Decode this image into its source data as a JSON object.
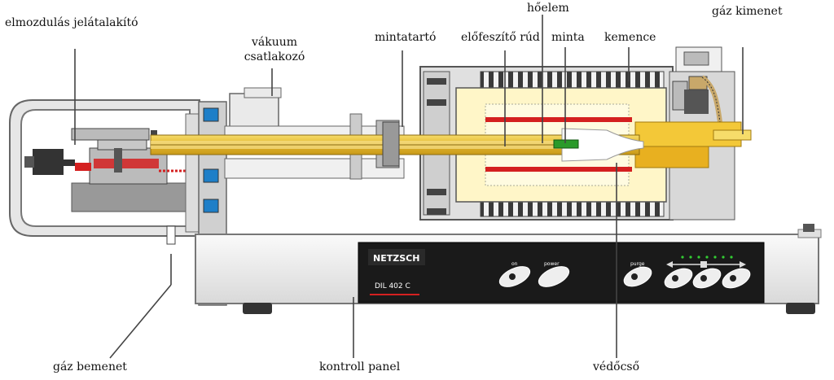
{
  "labels": {
    "displacement_transducer": "elmozdulás jelátalakító",
    "vacuum_line1": "vákuum",
    "vacuum_line2": "csatlakozó",
    "sample_holder": "mintatartó",
    "preheating_rod": "előfeszítő rúd",
    "thermocouple": "hőelem",
    "sample": "minta",
    "furnace": "kemence",
    "gas_outlet": "gáz kimenet",
    "gas_inlet": "gáz bemenet",
    "control_panel": "kontroll panel",
    "protective_tube": "védőcső"
  },
  "panel": {
    "brand": "NETZSCH",
    "model": "DIL 402 C",
    "btn_on": "on",
    "btn_power": "power",
    "btn_purge": "purge"
  },
  "colors": {
    "rod": "#e8c23a",
    "furnace_fill": "#fff6c8",
    "heater_red": "#d42020",
    "gasket_blue": "#1e7fc8",
    "sample_green": "#2a9a2a",
    "panel_bg": "#1a1a1a",
    "housing_gray": "#e8e8e8"
  }
}
